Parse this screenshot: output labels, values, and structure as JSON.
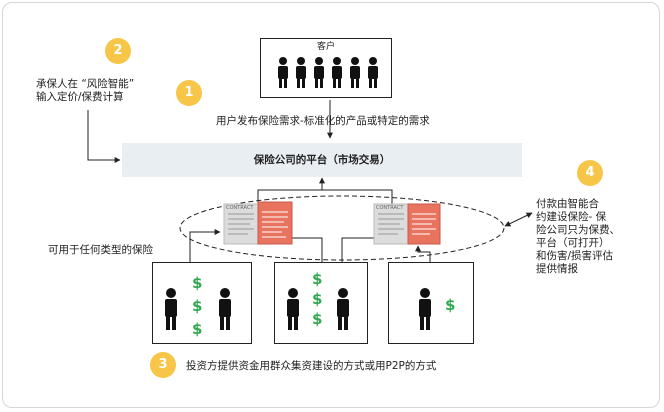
{
  "customer_box": {
    "label": "客户"
  },
  "platform": {
    "label": "保险公司的平台（市场交易）"
  },
  "badges": [
    "1",
    "2",
    "3",
    "4"
  ],
  "notes": {
    "underwriter": "承保人在 “风险智能”\n输入定价/保费计算",
    "user_request": "用户发布保险需求-标准化的产品或特定的需求",
    "any_insurance": "可用于任何类型的保险",
    "payment": "付款由智能合\n约建设保险- 保\n险公司只为保费、\n平台（可打开）\n和伤害/损害评估\n提供情报",
    "investors": "投资方提供资金用群众集资建设的方式或用P2P的方式"
  },
  "contract_label": "CONTRACT",
  "dollar": "$",
  "colors": {
    "badge": "#f7c548",
    "platform": "#e9eef3",
    "dollar": "#2fa84f",
    "contract_red": "#e8735f",
    "contract_gray": "#dcdcdc"
  }
}
